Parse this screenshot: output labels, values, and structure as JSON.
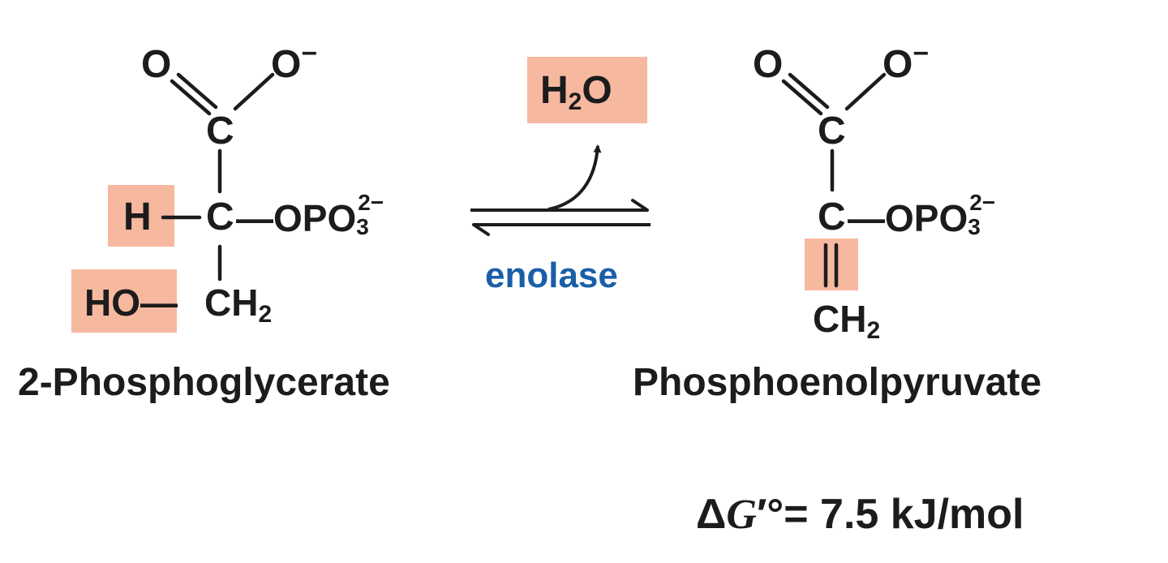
{
  "colors": {
    "highlight": "#f7b8a0",
    "enzyme_text": "#1a5ea8",
    "ink": "#1c1c1c"
  },
  "reactant": {
    "name": "2-Phosphoglycerate",
    "carboxyl_o": "O",
    "carboxyl_o_minus": "O",
    "carboxyl_o_charge": "−",
    "c1": "C",
    "c2": "C",
    "h": "H",
    "phosphate": "—OPO",
    "phosphate_sup": "2−",
    "phosphate_sub": "3",
    "ho": "HO—",
    "ch2": "CH",
    "ch2_sub": "2"
  },
  "reaction": {
    "byproduct": "H",
    "byproduct_sub": "2",
    "byproduct_tail": "O",
    "enzyme": "enolase"
  },
  "product": {
    "name": "Phosphoenolpyruvate",
    "carboxyl_o": "O",
    "carboxyl_o_minus": "O",
    "carboxyl_o_charge": "−",
    "c1": "C",
    "c2": "C",
    "phosphate": "—OPO",
    "phosphate_sup": "2−",
    "phosphate_sub": "3",
    "ch2": "CH",
    "ch2_sub": "2"
  },
  "energy": {
    "delta": "Δ",
    "symbol": "G",
    "prime_degree": "′°",
    "value": "= 7.5 kJ/mol"
  }
}
